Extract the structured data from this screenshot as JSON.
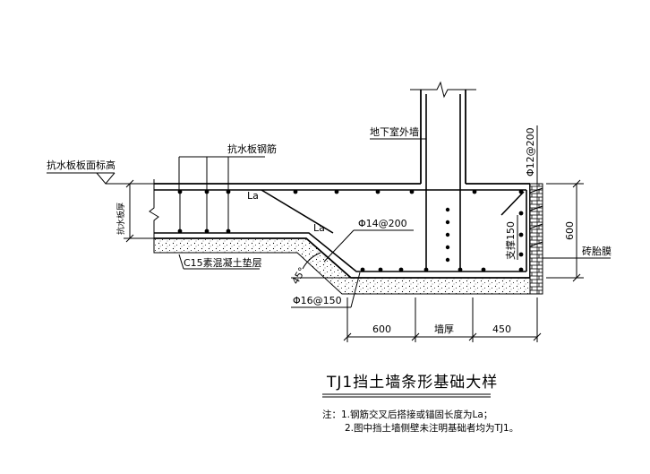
{
  "labels": {
    "slab_top_elevation": "抗水板板面标高",
    "slab_rebar": "抗水板钢筋",
    "outer_wall": "地下室外墙",
    "slab_thickness": "抗水板厚",
    "anchor_la_1": "La",
    "anchor_la_2": "La",
    "rebar_14": "Φ14@200",
    "rebar_16": "Φ16@150",
    "rebar_12": "Φ12@200",
    "cushion": "C15素混凝土垫层",
    "angle": "45°",
    "support": "支撑150",
    "brick_mold": "砖胎膜",
    "dim_600_right": "600",
    "dim_600": "600",
    "dim_wall": "墙厚",
    "dim_450": "450"
  },
  "title": "TJ1挡土墙条形基础大样",
  "notes": {
    "line1": "注：1.钢筋交叉后搭接或锚固长度为La；",
    "line2": "2.图中挡土墙侧壁未注明基础者均为TJ1。"
  }
}
